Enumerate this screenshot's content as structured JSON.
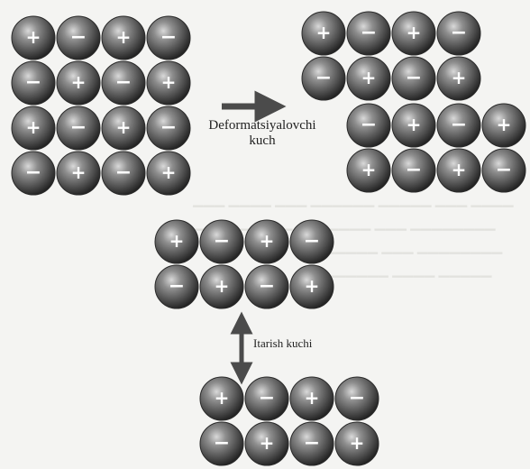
{
  "figure": {
    "deform_label_line1": "Deformatsiyalovchi",
    "deform_label_line2": "kuch",
    "repulse_label": "Itarish kuchi",
    "colors": {
      "arrow": "#4b4b4b",
      "sphere_light": "#d9d9d9",
      "sphere_mid": "#6b6b6b",
      "sphere_dark": "#222222",
      "sign": "#ffffff"
    },
    "ion_signs": {
      "plus": "+",
      "minus": "−"
    },
    "lattices": [
      {
        "name": "lattice-original",
        "rows": [
          [
            "+",
            "-",
            "+",
            "-"
          ],
          [
            "-",
            "+",
            "-",
            "+"
          ],
          [
            "+",
            "-",
            "+",
            "-"
          ],
          [
            "-",
            "+",
            "-",
            "+"
          ]
        ]
      },
      {
        "name": "lattice-shifted-top-half",
        "rows": [
          [
            "+",
            "-",
            "+",
            "-"
          ],
          [
            "-",
            "+",
            "-",
            "+"
          ]
        ]
      },
      {
        "name": "lattice-shifted-bottom-half",
        "rows": [
          [
            "-",
            "+",
            "-",
            "+"
          ],
          [
            "+",
            "-",
            "+",
            "-"
          ]
        ]
      },
      {
        "name": "lattice-lower-top",
        "rows": [
          [
            "+",
            "-",
            "+",
            "-"
          ],
          [
            "-",
            "+",
            "-",
            "+"
          ]
        ]
      },
      {
        "name": "lattice-lower-bottom",
        "rows": [
          [
            "+",
            "-",
            "+",
            "-"
          ],
          [
            "-",
            "+",
            "-",
            "+"
          ]
        ]
      }
    ]
  }
}
